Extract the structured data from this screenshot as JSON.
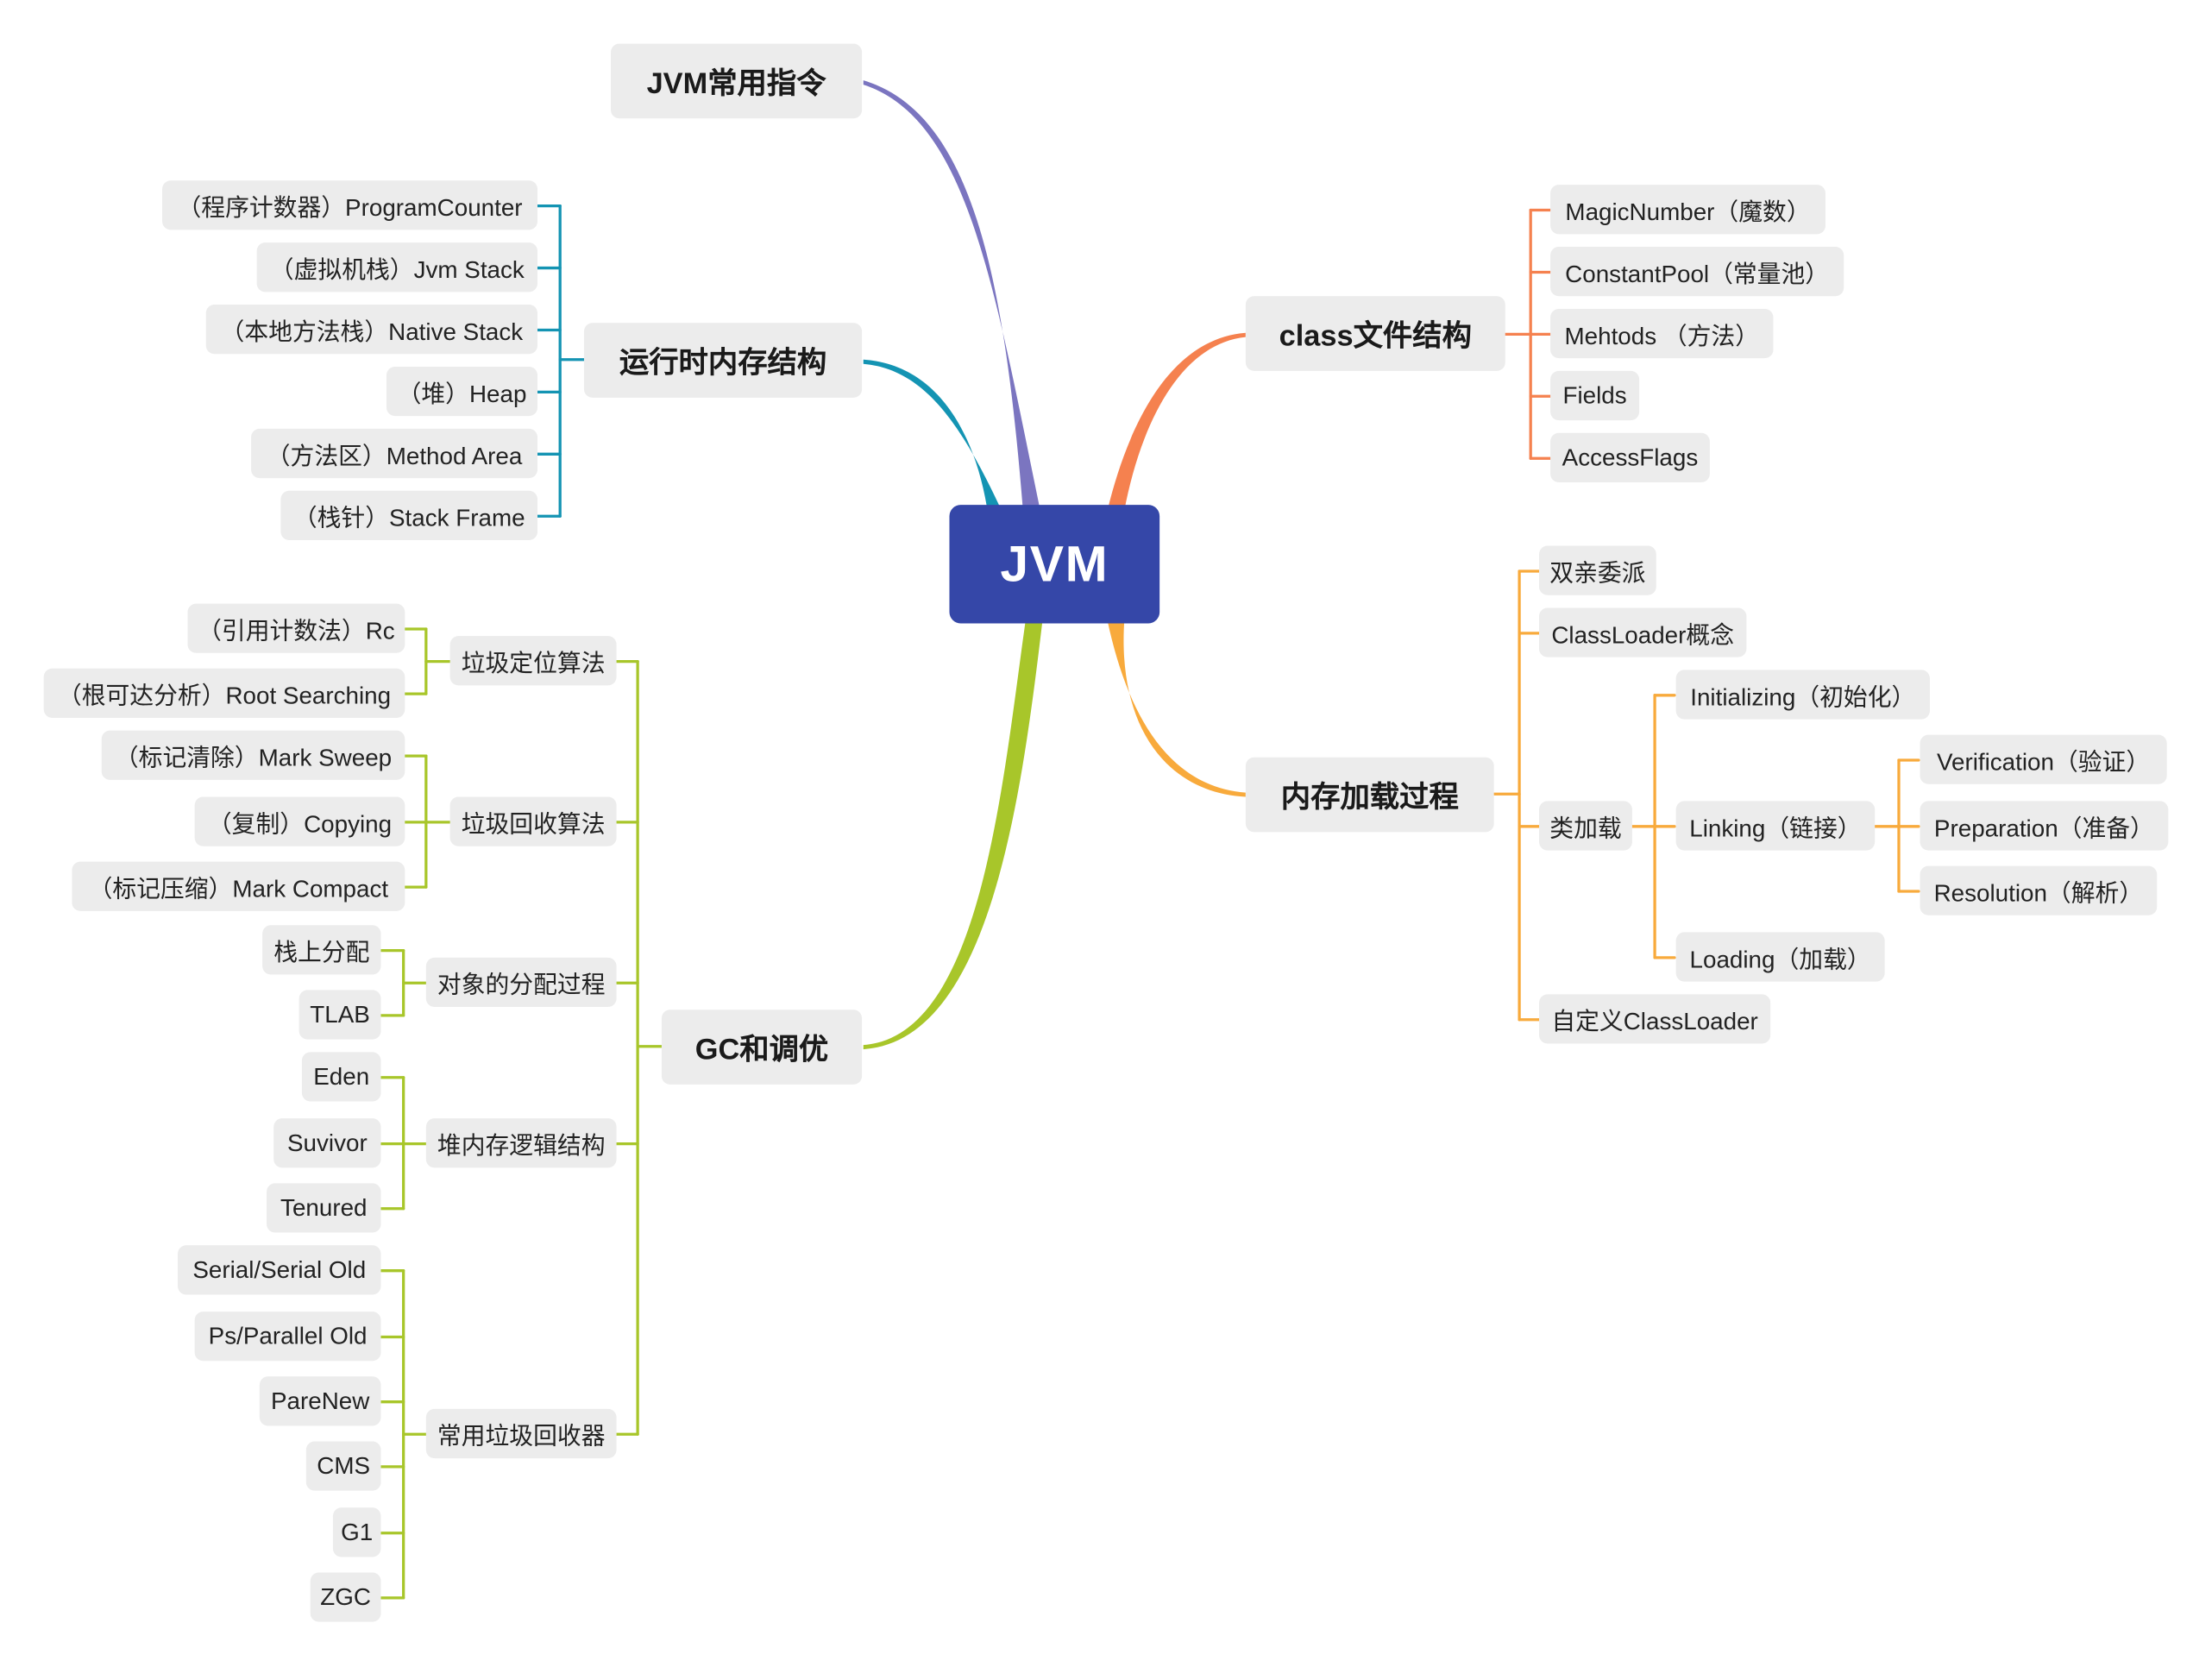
{
  "root": {
    "label": "JVM",
    "color": "#3547a8"
  },
  "colors": {
    "instructions": "#7b75c0",
    "memory": "#1494b3",
    "class": "#f5814f",
    "loading": "#f8aa3c",
    "gc": "#a8c62a"
  },
  "branches": {
    "instructions": {
      "label": "JVM常用指令"
    },
    "memory": {
      "label": "运行时内存结构",
      "items": [
        "（程序计数器）ProgramCounter",
        "（虚拟机栈）Jvm Stack",
        "（本地方法栈）Native Stack",
        "（堆）Heap",
        "（方法区）Method Area",
        "（栈针）Stack Frame"
      ]
    },
    "class": {
      "label": "class文件结构",
      "items": [
        "MagicNumber（魔数）",
        "ConstantPool（常量池）",
        "Mehtods （方法）",
        "Fields",
        "AccessFlags"
      ]
    },
    "loading": {
      "label": "内存加载过程",
      "items": [
        "双亲委派",
        "ClassLoader概念",
        "类加载",
        "自定义ClassLoader"
      ],
      "class_loading": [
        "Initializing（初始化）",
        "Linking（链接）",
        "Loading（加载）"
      ],
      "linking": [
        "Verification（验证）",
        "Preparation（准备）",
        "Resolution（解析）"
      ]
    },
    "gc": {
      "label": "GC和调优",
      "groups": [
        {
          "label": "垃圾定位算法",
          "items": [
            "（引用计数法）Rc",
            "（根可达分析）Root Searching"
          ]
        },
        {
          "label": "垃圾回收算法",
          "items": [
            "（标记清除）Mark Sweep",
            "（复制）Copying",
            "（标记压缩）Mark Compact"
          ]
        },
        {
          "label": "对象的分配过程",
          "items": [
            "栈上分配",
            "TLAB"
          ]
        },
        {
          "label": "堆内存逻辑结构",
          "items": [
            "Eden",
            "Suvivor",
            "Tenured"
          ]
        },
        {
          "label": "常用垃圾回收器",
          "items": [
            "Serial/Serial Old",
            "Ps/Parallel Old",
            "PareNew",
            "CMS",
            "G1",
            "ZGC"
          ]
        }
      ]
    }
  }
}
